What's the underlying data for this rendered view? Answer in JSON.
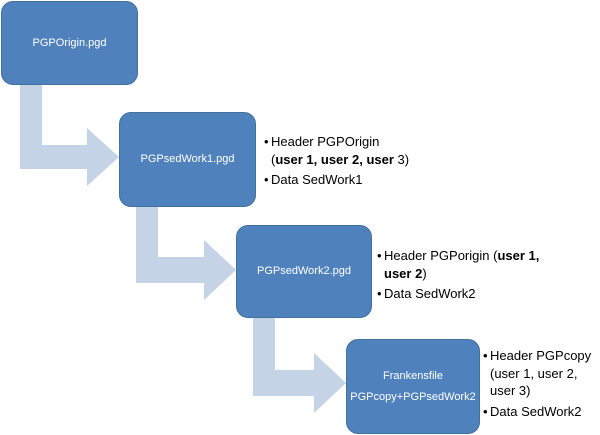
{
  "colors": {
    "box_fill": "#4f81bd",
    "box_border": "#41719c",
    "arrow_fill": "#c5d3e6",
    "text_dark": "#000000"
  },
  "boxes": {
    "origin": {
      "label": "PGPOrigin.pgd"
    },
    "sedwork1": {
      "label": "PGPsedWork1.pgd"
    },
    "sedwork2": {
      "label": "PGPsedWork2.pgd"
    },
    "frankensfile": {
      "label_line1": "Frankensfile",
      "label_line2": "PGPcopy+PGPsedWork2"
    }
  },
  "notes": {
    "sedwork1": {
      "header_prefix": "Header PGPOrigin",
      "open_paren": "(",
      "user1": "user 1,",
      "user2": "user 2,",
      "user3_bold": "user",
      "user3_rest": " 3)",
      "data": "Data SedWork1"
    },
    "sedwork2": {
      "header_prefix": "Header PGPorigin (",
      "user1": "user 1,",
      "user2": "user 2",
      "close_paren": ")",
      "data": "Data SedWork2"
    },
    "frankensfile": {
      "header_line1": "Header PGPcopy",
      "header_line2": "(user 1, user 2,",
      "header_line3": "user 3)",
      "data": "Data SedWork2"
    },
    "bullet": "•"
  }
}
